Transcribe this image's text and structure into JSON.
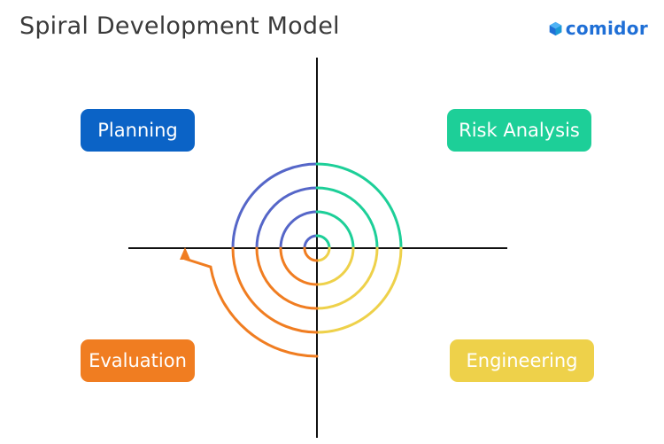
{
  "header": {
    "title": "Spiral Development Model"
  },
  "brand": {
    "name": "comidor",
    "color": "#1f6fd6",
    "icon": "comidor-logo-icon"
  },
  "phases": {
    "planning": {
      "label": "Planning",
      "color": "#0b63c6"
    },
    "risk": {
      "label": "Risk Analysis",
      "color": "#1dcf98"
    },
    "evaluation": {
      "label": "Evaluation",
      "color": "#f07d21"
    },
    "engineering": {
      "label": "Engineering",
      "color": "#eed14a"
    }
  },
  "spiral": {
    "loops": 4,
    "quadrant_colors": {
      "top_left": "#5566c8",
      "top_right": "#1dcf98",
      "bottom_right": "#eed14a",
      "bottom_left": "#f07d21"
    },
    "axis_color": "#111111",
    "arrow": "arrow-head-up-icon"
  }
}
